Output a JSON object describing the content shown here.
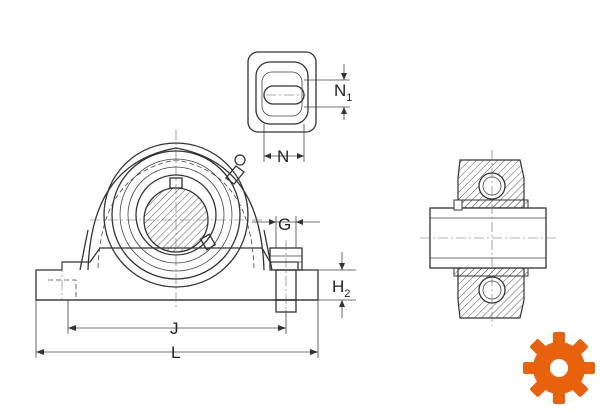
{
  "dimensions": {
    "n1": {
      "main": "N",
      "sub": "1"
    },
    "n": "N",
    "g": "G",
    "h2": {
      "main": "H",
      "sub": "2"
    },
    "j": "J",
    "l": "L"
  },
  "colors": {
    "line": "#333333",
    "hatch": "#555555",
    "gear_badge": "#e8620e"
  },
  "icons": {
    "logo": "gear-icon"
  }
}
